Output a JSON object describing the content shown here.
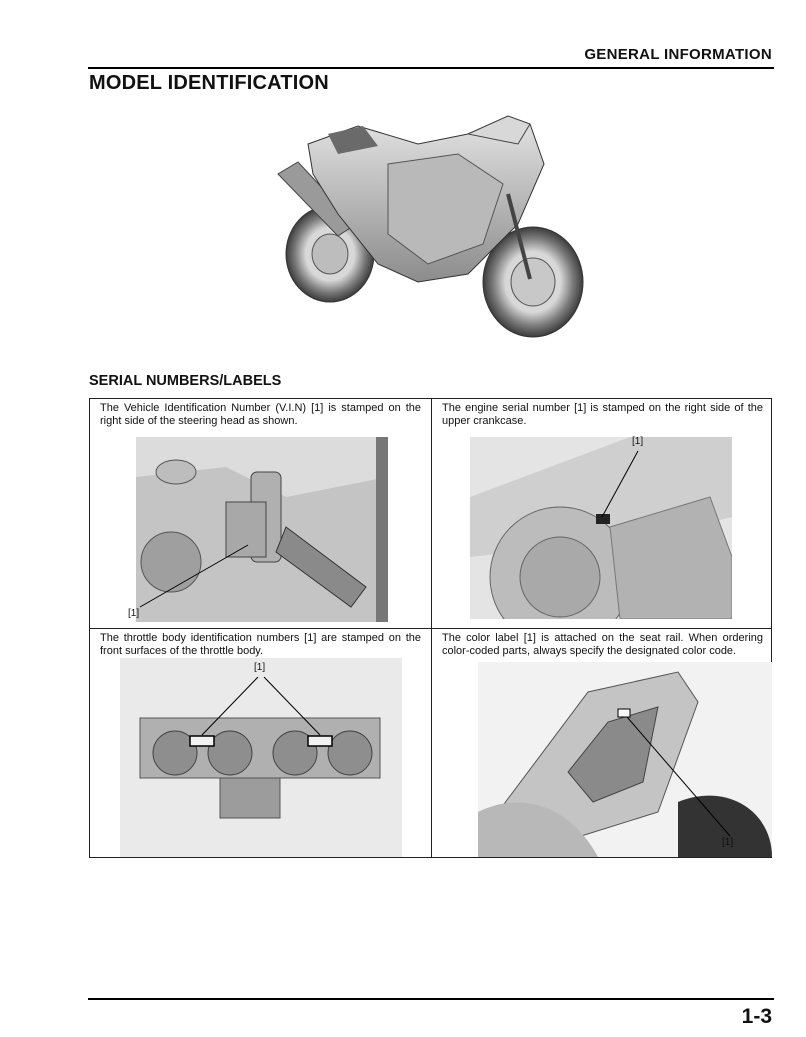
{
  "header": {
    "section": "GENERAL INFORMATION"
  },
  "page": {
    "title": "MODEL IDENTIFICATION",
    "number": "1-3"
  },
  "serial_section": {
    "heading": "SERIAL NUMBERS/LABELS",
    "cells": [
      {
        "text": "The Vehicle Identification Number (V.I.N) [1] is stamped on the right side of the steering head as shown.",
        "callout": "[1]",
        "figure": "steering-head-photo"
      },
      {
        "text": "The engine serial number [1] is stamped on the right side of the upper crankcase.",
        "callout": "[1]",
        "figure": "crankcase-photo"
      },
      {
        "text": "The throttle body identification numbers [1] are stamped on the front surfaces of the throttle body.",
        "callout": "[1]",
        "figure": "throttle-body-photo"
      },
      {
        "text": "The color label [1] is attached on the seat rail. When ordering color-coded parts, always specify the designated color code.",
        "callout": "[1]",
        "figure": "seat-rail-photo"
      }
    ]
  }
}
